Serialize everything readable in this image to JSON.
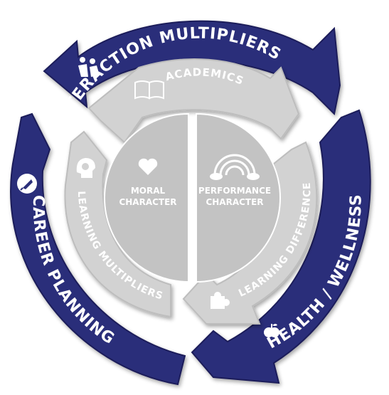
{
  "colors": {
    "outer_ring": "#2b2f7a",
    "outer_ring_edge": "#1b1f5a",
    "mid_ring": "#d2d2d2",
    "mid_ring_edge": "#bdbdbd",
    "core": "#c3c3c3",
    "label_white": "#ffffff"
  },
  "outer_ring": {
    "top_label": "INTERACTION MULTIPLIERS",
    "left_label": "CAREER PLANNING",
    "right_label": "HEALTH / WELLNESS",
    "icons": [
      "people-icon",
      "rocket-icon",
      "apple-icon"
    ]
  },
  "middle_ring": {
    "top_label": "ACADEMICS",
    "left_label": "LEARNING MULTIPLIERS",
    "right_label": "LEARNING DIFFERENCES",
    "icons": [
      "book-icon",
      "head-gears-icon",
      "puzzle-icon"
    ]
  },
  "core": {
    "left": {
      "line1": "MORAL",
      "line2": "CHARACTER",
      "icon": "heart-icon"
    },
    "right": {
      "line1": "PERFORMANCE",
      "line2": "CHARACTER",
      "icon": "rainbow-icon"
    }
  }
}
